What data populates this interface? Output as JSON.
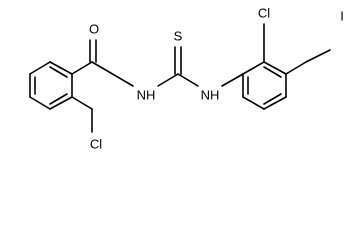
{
  "molecule": {
    "atoms": {
      "O": "O",
      "S": "S",
      "NH_left": "NH",
      "NH_right": "NH",
      "Cl_top": "Cl",
      "I": "I",
      "Cl_bottom": "Cl"
    }
  }
}
